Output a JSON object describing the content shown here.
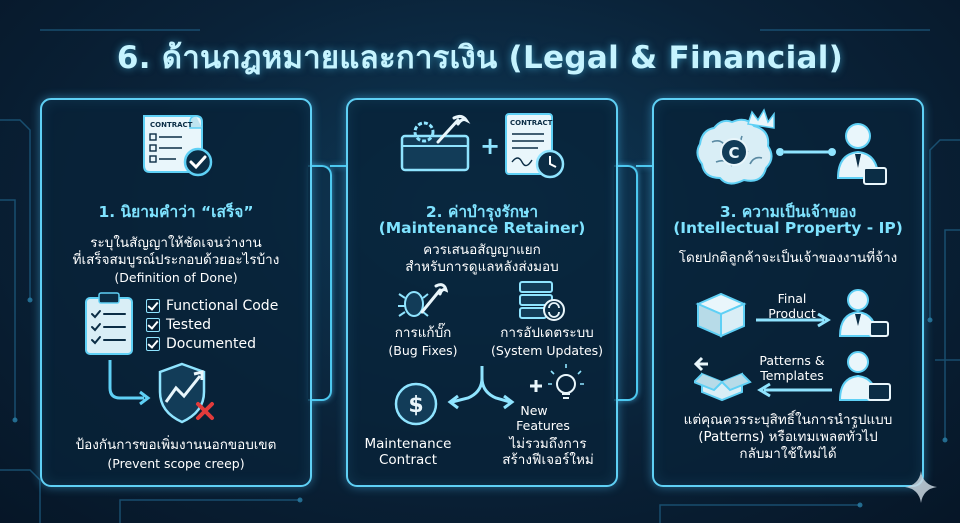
{
  "title": "6. ด้านกฎหมายและการเงิน (Legal & Financial)",
  "panel1": {
    "doc_label": "CONTRACT",
    "heading": "1. นิยามคำว่า “เสร็จ”",
    "desc1": "ระบุในสัญญาให้ชัดเจนว่างาน",
    "desc2": "ที่เสร็จสมบูรณ์ประกอบด้วยอะไรบ้าง",
    "desc3": "(Definition of Done)",
    "checks": [
      "Functional Code",
      "Tested",
      "Documented"
    ],
    "bottom1": "ป้องกันการขอเพิ่มงานนอกขอบเขต",
    "bottom2": "(Prevent scope creep)"
  },
  "panel2": {
    "doc_label": "CONTRACT",
    "plus": "+",
    "heading1": "2. ค่าบำรุงรักษา",
    "heading2": "(Maintenance Retainer)",
    "desc1": "ควรเสนอสัญญาแยก",
    "desc2": "สำหรับการดูแลหลังส่งมอบ",
    "bug1": "การแก้บั๊ก",
    "bug2": "(Bug Fixes)",
    "upd1": "การอัปเดตระบบ",
    "upd2": "(System Updates)",
    "maint1": "Maintenance",
    "maint2": "Contract",
    "new1": "New",
    "new2": "Features",
    "nf1": "ไม่รวมถึงการ",
    "nf2": "สร้างฟีเจอร์ใหม่"
  },
  "panel3": {
    "heading1": "3. ความเป็นเจ้าของ",
    "heading2": "(Intellectual Property - IP)",
    "desc": "โดยปกติลูกค้าจะเป็นเจ้าของงานที่จ้าง",
    "final1": "Final",
    "final2": "Product",
    "pat1": "Patterns &",
    "pat2": "Templates",
    "b1": "แต่คุณควรระบุสิทธิ์ในการนำรูปแบบ",
    "b2": "(Patterns) หรือเทมเพลตทั่วไป",
    "b3": "กลับมาใช้ใหม่ได้"
  },
  "colors": {
    "accent": "#5fd0f5",
    "heading": "#7fe3ff",
    "cross": "#e23b3b",
    "background": "#0a2238"
  }
}
